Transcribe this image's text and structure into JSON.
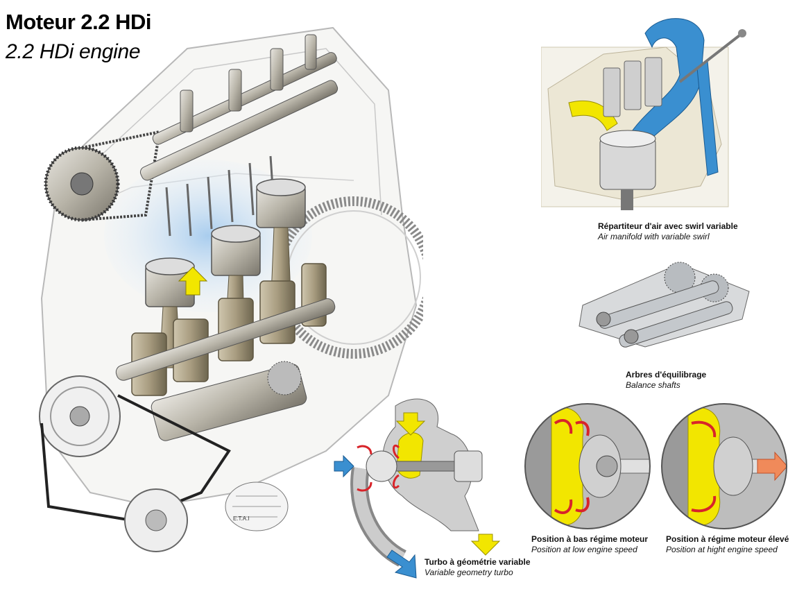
{
  "title": {
    "fr": "Moteur 2.2 HDi",
    "en": "2.2 HDi engine"
  },
  "captions": {
    "manifold": {
      "fr": "Répartiteur d'air avec swirl variable",
      "en": "Air manifold with variable swirl"
    },
    "balance": {
      "fr": "Arbres d'équilibrage",
      "en": "Balance shafts"
    },
    "turbo": {
      "fr": "Turbo à géométrie variable",
      "en": "Variable geometry turbo"
    },
    "low_speed": {
      "fr": "Position à bas régime moteur",
      "en": "Position at low engine speed"
    },
    "high_speed": {
      "fr": "Position à régime moteur élevé",
      "en": "Position at hight engine speed"
    }
  },
  "signature": "E.T.A.I",
  "colors": {
    "flow_blue": "#3a8fd0",
    "intake_yellow": "#f2e600",
    "vane_red": "#d8242a",
    "metal_khaki": "#a89c80",
    "outline_grey": "#9a9a9a"
  }
}
